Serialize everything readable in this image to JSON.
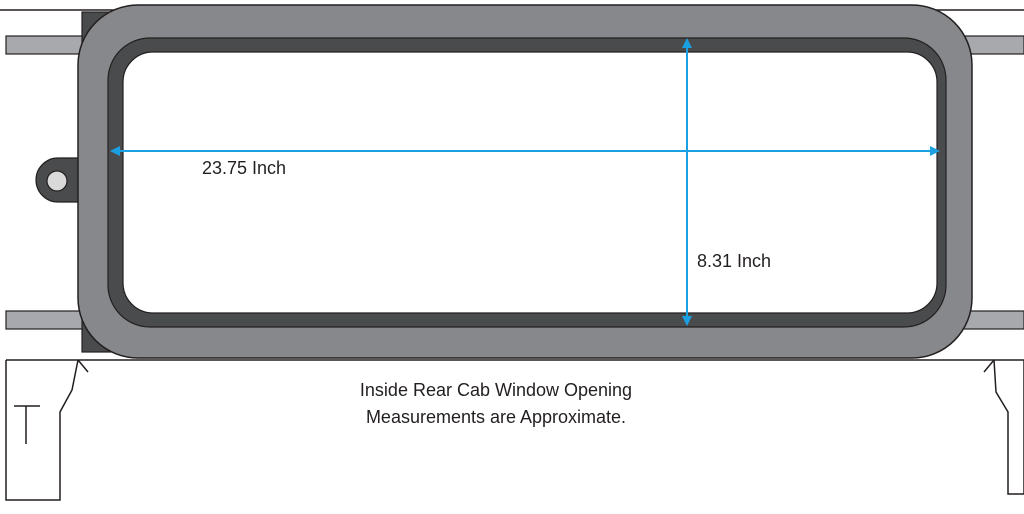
{
  "diagram": {
    "width_measurement": "23.75 Inch",
    "height_measurement": "8.31 Inch",
    "caption_line1": "Inside Rear Cab Window Opening",
    "caption_line2": "Measurements are Approximate."
  },
  "colors": {
    "frame_outer": "#87888b",
    "frame_dark": "#4a4b4d",
    "rail": "#a7a9ac",
    "arrow": "#1ba1e2",
    "outline": "#231f20"
  }
}
